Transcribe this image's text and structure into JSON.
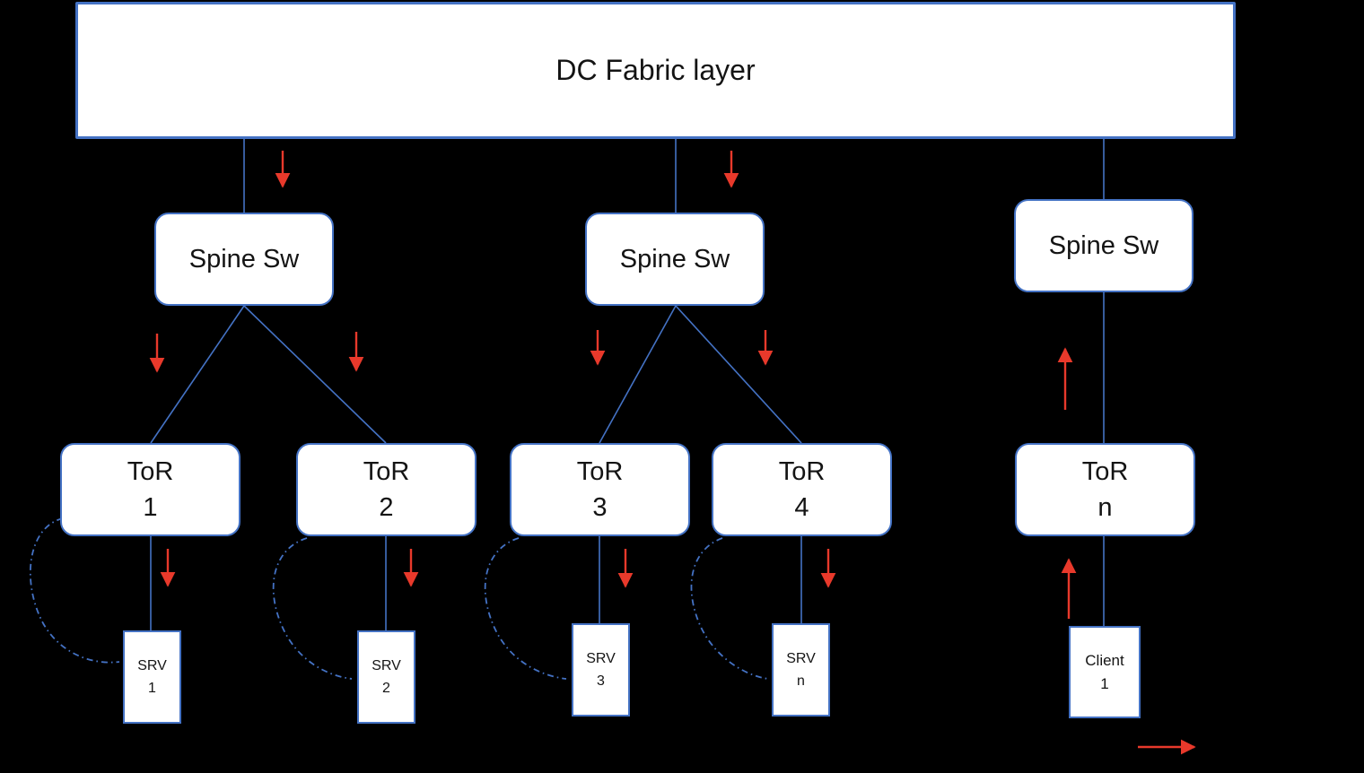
{
  "diagram": {
    "fabric": {
      "label": "DC Fabric layer"
    },
    "spines": [
      {
        "label": "Spine Sw"
      },
      {
        "label": "Spine Sw"
      },
      {
        "label": "Spine Sw"
      }
    ],
    "tors": [
      {
        "line1": "ToR",
        "line2": "1"
      },
      {
        "line1": "ToR",
        "line2": "2"
      },
      {
        "line1": "ToR",
        "line2": "3"
      },
      {
        "line1": "ToR",
        "line2": "4"
      },
      {
        "line1": "ToR",
        "line2": "n"
      }
    ],
    "servers": [
      {
        "line1": "SRV",
        "line2": "1"
      },
      {
        "line1": "SRV",
        "line2": "2"
      },
      {
        "line1": "SRV",
        "line2": "3"
      },
      {
        "line1": "SRV",
        "line2": "n"
      }
    ],
    "client": {
      "line1": "Client",
      "line2": "1"
    },
    "colors": {
      "accent_blue": "#4472c4",
      "arrow_red": "#e8392b",
      "node_fill": "#ffffff",
      "canvas_bg": "#000000",
      "text": "#141414"
    }
  }
}
